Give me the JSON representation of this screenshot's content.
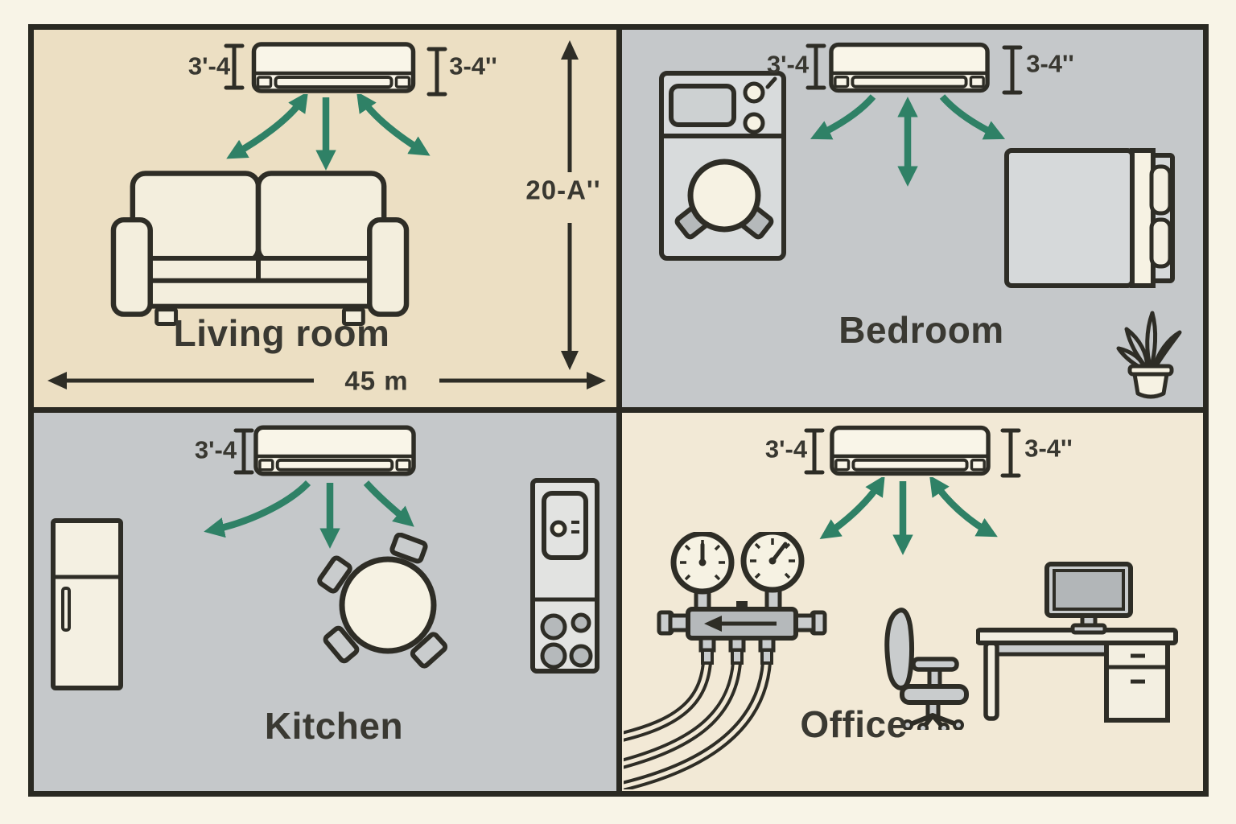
{
  "palette": {
    "page_background": "#f8f4e7",
    "frame_border": "#2a2922",
    "living_room_background": "#ecdfc3",
    "bedroom_background": "#c5c8ca",
    "kitchen_background": "#c5c8ca",
    "office_background": "#f2e9d6",
    "outline": "#2e2d26",
    "airflow_green": "#2f8166",
    "text": "#3a3932"
  },
  "rooms": {
    "living_room": {
      "label": "Living room",
      "ac_height_left": "3'-4",
      "ac_height_right": "3-4''"
    },
    "bedroom": {
      "label": "Bedroom",
      "ac_height_left": "3'-4",
      "ac_height_right": "3-4''"
    },
    "kitchen": {
      "label": "Kitchen",
      "ac_height_left": "3'-4"
    },
    "office": {
      "label": "Office",
      "ac_height_left": "3'-4",
      "ac_height_right": "3-4''"
    }
  },
  "room_dimensions": {
    "height": "20-A''",
    "width": "45 m"
  }
}
